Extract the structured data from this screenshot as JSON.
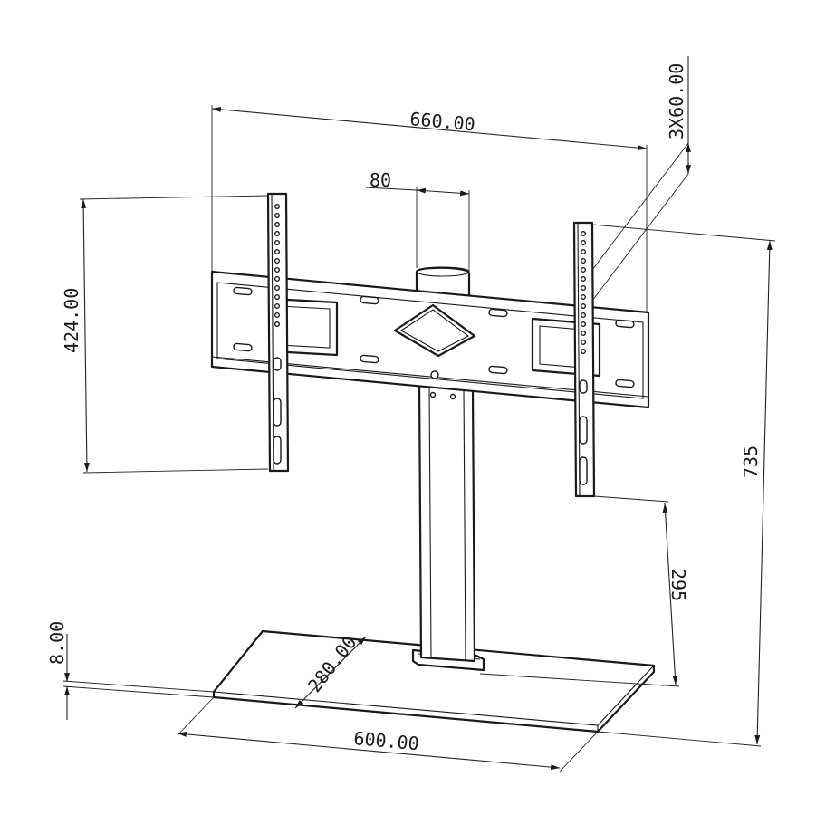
{
  "dimensions": {
    "width_660": "660.00",
    "holes_3x60": "3X60.00",
    "column_80": "80",
    "bracket_424": "424.00",
    "total_735": "735",
    "clearance_295": "295",
    "base_thickness_8": "8.00",
    "base_depth_280": "280.00",
    "base_width_600": "600.00"
  },
  "colors": {
    "line": "#1a1a1a",
    "background": "#ffffff"
  }
}
